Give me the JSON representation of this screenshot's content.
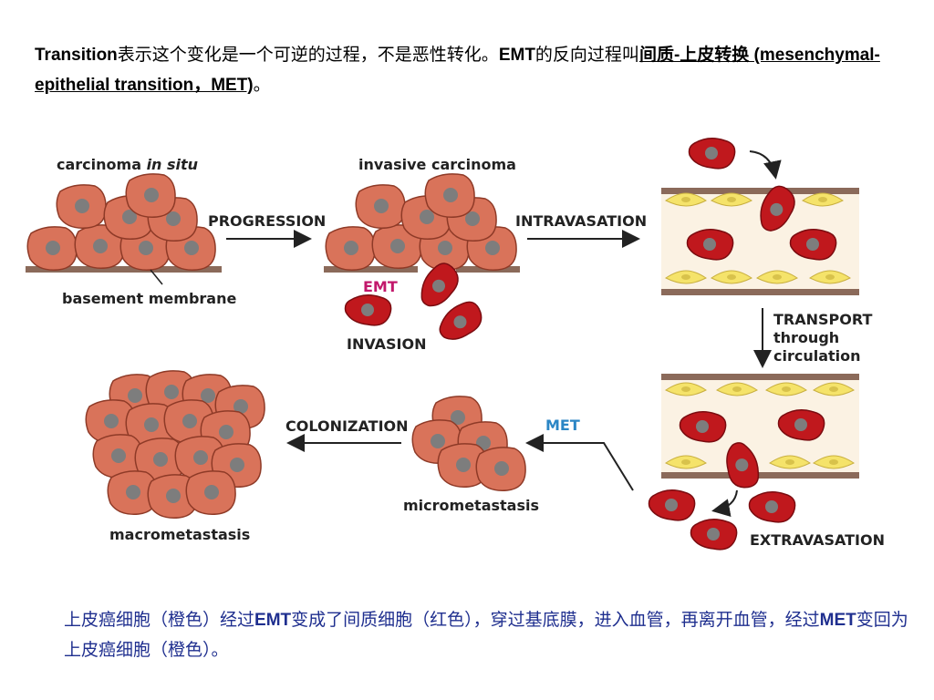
{
  "header": {
    "part1": "Transition",
    "part2": "表示这个变化是一个可逆的过程，不是恶性转化。",
    "part3": "EMT",
    "part4": "的反向过程叫",
    "part5": "间质-上皮转换 ",
    "part6": "(mesenchymal-epithelial transition，MET)",
    "part7": "。"
  },
  "diagram": {
    "carcinoma_in_situ": "carcinoma ",
    "in_situ": "in situ",
    "basement_membrane": "basement membrane",
    "progression": "PROGRESSION",
    "invasive_carcinoma": "invasive carcinoma",
    "emt": "EMT",
    "invasion": "INVASION",
    "intravasation": "INTRAVASATION",
    "transport": "TRANSPORT",
    "through": "through",
    "circulation": "circulation",
    "extravasation": "EXTRAVASATION",
    "met": "MET",
    "micrometastasis": "micrometastasis",
    "colonization": "COLONIZATION",
    "macrometastasis": "macrometastasis"
  },
  "footer": {
    "part1": "上皮癌细胞（橙色）经过",
    "part2": "EMT",
    "part3": "变成了间质细胞（红色），穿过基底膜，进入血管，再离开血管，经过",
    "part4": "MET",
    "part5": "变回为上皮癌细胞（橙色）。"
  },
  "colors": {
    "epithelial_cell": "#d9735a",
    "mesenchymal_cell": "#c0181d",
    "nucleus": "#7d7d7d",
    "membrane": "#8b6a5a",
    "vessel_bg": "#fbf2e3",
    "endothelium": "#f5e36a",
    "emt_label": "#c2186b",
    "met_label": "#2b86c5",
    "footer_text": "#1f2f8f"
  }
}
